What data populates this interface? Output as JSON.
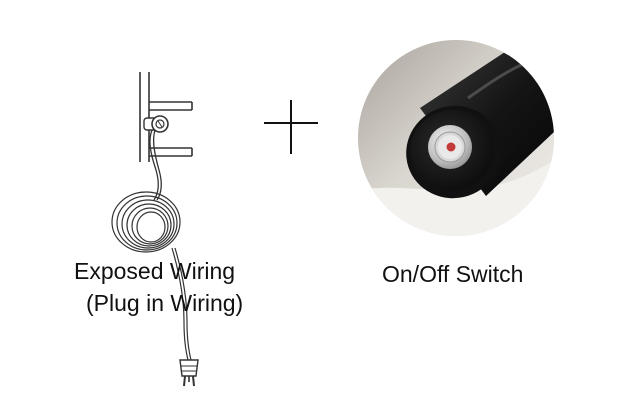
{
  "left_panel": {
    "caption_line1": "Exposed Wiring",
    "caption_line2": "(Plug in Wiring)",
    "drawing_icon": "towel-rail-plug-wiring-icon"
  },
  "center": {
    "icon": "plus-icon"
  },
  "right_panel": {
    "caption": "On/Off Switch",
    "photo_icon": "round-push-switch-photo",
    "indicator_color": "#c23a3a"
  }
}
